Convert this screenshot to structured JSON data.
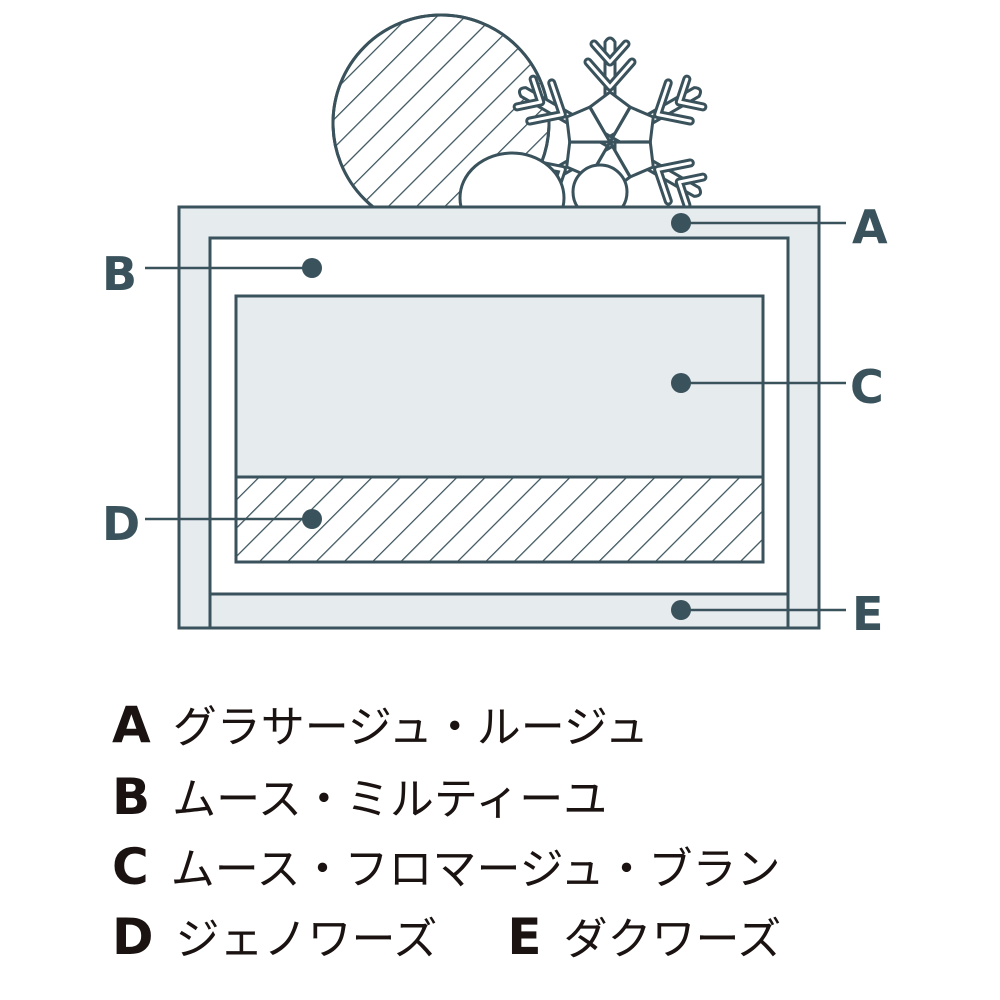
{
  "colors": {
    "stroke": "#3a525c",
    "fill": "#e6ebee",
    "text": "#1a1311"
  },
  "diagram_labels": [
    "A",
    "B",
    "C",
    "D",
    "E"
  ],
  "legend": [
    {
      "letter": "A",
      "text": "グラサージュ・ルージュ"
    },
    {
      "letter": "B",
      "text": "ムース・ミルティーユ"
    },
    {
      "letter": "C",
      "text": "ムース・フロマージュ・ブラン"
    },
    {
      "letter": "D",
      "text": "ジェノワーズ"
    },
    {
      "letter": "E",
      "text": "ダクワーズ"
    }
  ]
}
